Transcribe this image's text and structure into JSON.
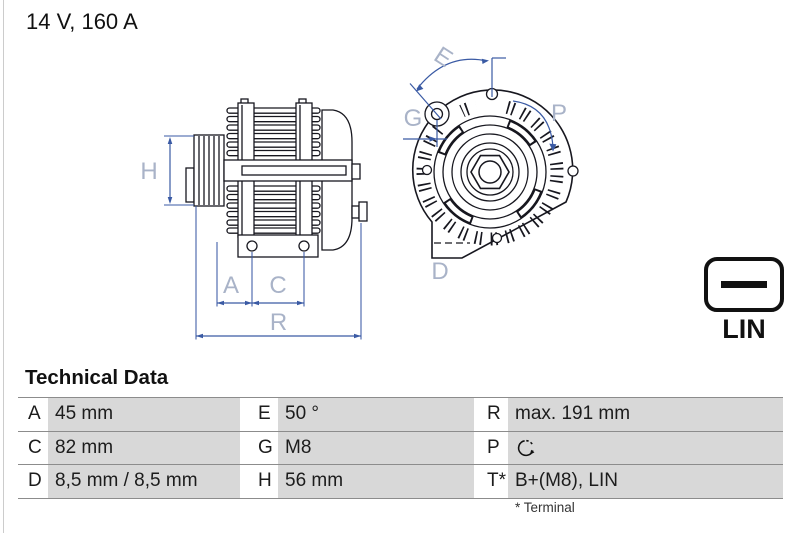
{
  "header": {
    "title": "14 V, 160 A"
  },
  "colors": {
    "line": "#17171f",
    "dim": "#3a5aa4",
    "label": "#a9b3c8",
    "row_fill": "#d8d8d8",
    "border": "#8c8c8c"
  },
  "diagram": {
    "description": "alternator technical drawing, side view and front view",
    "labels": {
      "h": "H",
      "a": "A",
      "c": "C",
      "r": "R",
      "e": "E",
      "g": "G",
      "p": "P",
      "d": "D"
    }
  },
  "connector": {
    "label": "LIN",
    "icon": "lin-terminal-icon"
  },
  "technical_data": {
    "heading": "Technical Data",
    "rows": [
      {
        "k1": "A",
        "v1": "45 mm",
        "k2": "E",
        "v2": "50 °",
        "k3": "R",
        "v3": "max. 191 mm"
      },
      {
        "k1": "C",
        "v1": "82 mm",
        "k2": "G",
        "v2": "M8",
        "k3": "P",
        "v3": "",
        "v3_icon": "clockwise-rotation-icon"
      },
      {
        "k1": "D",
        "v1": "8,5 mm / 8,5 mm",
        "k2": "H",
        "v2": "56 mm",
        "k3": "T*",
        "v3": "B+(M8), LIN"
      }
    ],
    "footnote": "* Terminal"
  }
}
